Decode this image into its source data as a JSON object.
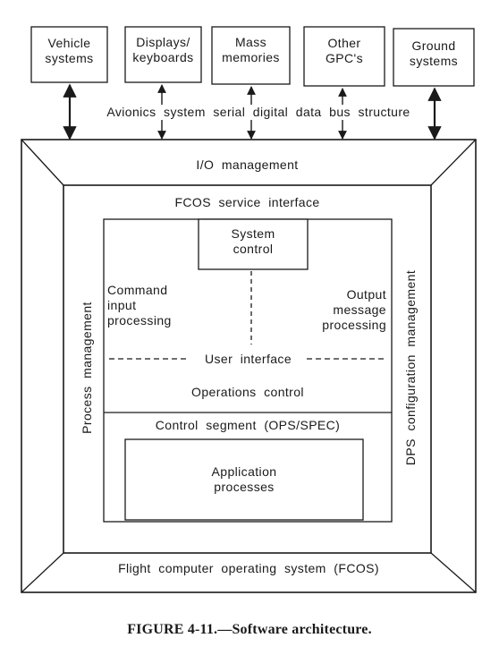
{
  "top_boxes": [
    {
      "line1": "Vehicle",
      "line2": "systems"
    },
    {
      "line1": "Displays/",
      "line2": "keyboards"
    },
    {
      "line1": "Mass",
      "line2": "memories"
    },
    {
      "line1": "Other",
      "line2": "GPC's"
    },
    {
      "line1": "Ground",
      "line2": "systems"
    }
  ],
  "bus_label": "Avionics  system  serial  digital  data  bus  structure",
  "io_management": "I/O  management",
  "fcos_service_interface": "FCOS  service  interface",
  "system_control": {
    "line1": "System",
    "line2": "control"
  },
  "command_input": {
    "line1": "Command",
    "line2": "input",
    "line3": "processing"
  },
  "output_message": {
    "line1": "Output",
    "line2": "message",
    "line3": "processing"
  },
  "user_interface": "User  interface",
  "operations_control": "Operations  control",
  "control_segment": "Control  segment  (OPS/SPEC)",
  "application_processes": {
    "line1": "Application",
    "line2": "processes"
  },
  "process_management": "Process  management",
  "dps_configuration_management": "DPS  configuration  management",
  "fcos": "Flight  computer  operating  system  (FCOS)",
  "caption": "FIGURE 4-11.—Software architecture."
}
